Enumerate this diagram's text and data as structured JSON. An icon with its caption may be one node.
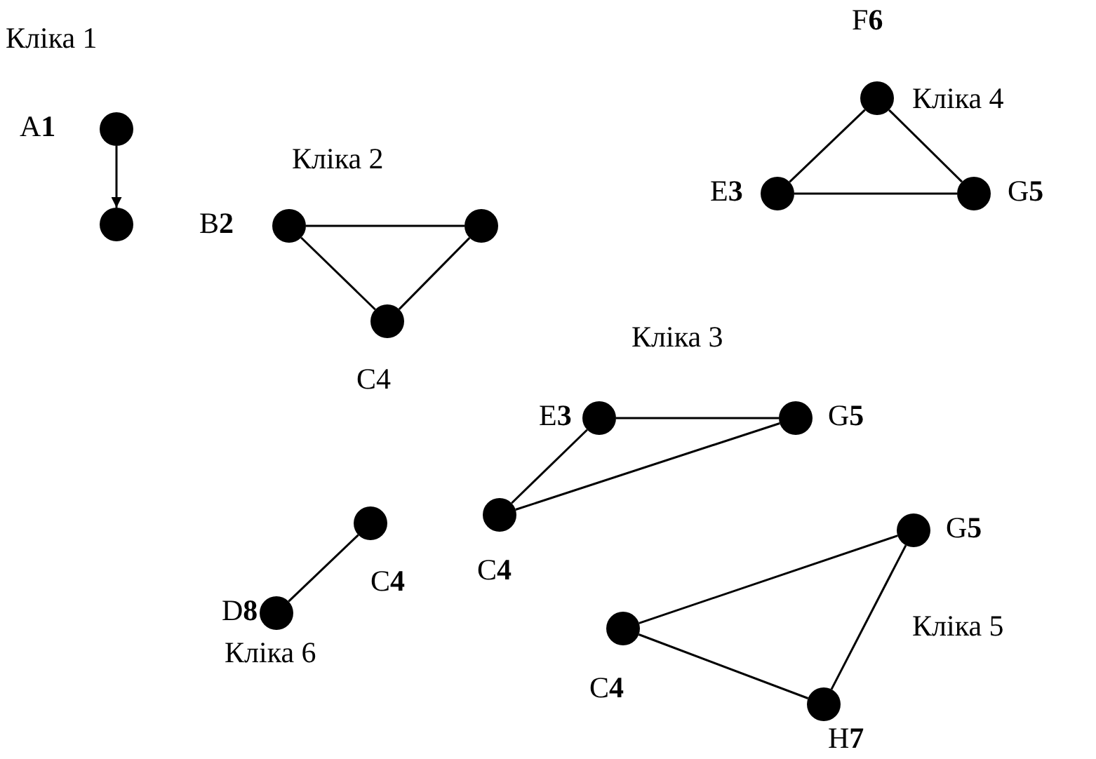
{
  "diagram": {
    "nodes": [
      {
        "text": [],
        "shape": "circle",
        "beside": [
          "A**1**"
        ]
      },
      {
        "text": [],
        "shape": "circle"
      },
      {
        "text": [],
        "shape": "circle",
        "beside": [
          "B**2**"
        ]
      },
      {
        "text": [],
        "shape": "circle"
      },
      {
        "text": [],
        "shape": "circle",
        "beside": [
          "C4"
        ]
      },
      {
        "text": [],
        "shape": "circle",
        "beside": [
          "F**6**"
        ]
      },
      {
        "text": [],
        "shape": "circle",
        "beside": [
          "E**3**"
        ]
      },
      {
        "text": [],
        "shape": "circle",
        "beside": [
          "G**5**"
        ]
      },
      {
        "text": [],
        "shape": "circle",
        "beside": [
          "E**3**"
        ]
      },
      {
        "text": [],
        "shape": "circle",
        "beside": [
          "G**5**"
        ]
      },
      {
        "text": [],
        "shape": "circle",
        "beside": [
          "C**4**"
        ]
      },
      {
        "text": [],
        "shape": "circle",
        "beside": [
          "C**4**"
        ]
      },
      {
        "text": [],
        "shape": "circle",
        "beside": [
          "D**8**"
        ]
      },
      {
        "text": [],
        "shape": "circle",
        "beside": [
          "G**5**"
        ]
      },
      {
        "text": [],
        "shape": "circle",
        "beside": [
          "C**4**"
        ]
      },
      {
        "text": [],
        "shape": "circle",
        "beside": [
          "H**7**"
        ]
      }
    ],
    "edges": [
      {
        "from": 0,
        "to": 1,
        "arrow": "to"
      },
      {
        "from": 2,
        "to": 3,
        "arrow": "none"
      },
      {
        "from": 2,
        "to": 4,
        "arrow": "none"
      },
      {
        "from": 3,
        "to": 4,
        "arrow": "none"
      },
      {
        "from": 5,
        "to": 6,
        "arrow": "none"
      },
      {
        "from": 5,
        "to": 7,
        "arrow": "none"
      },
      {
        "from": 6,
        "to": 7,
        "arrow": "none"
      },
      {
        "from": 8,
        "to": 9,
        "arrow": "none"
      },
      {
        "from": 8,
        "to": 10,
        "arrow": "none"
      },
      {
        "from": 9,
        "to": 10,
        "arrow": "none"
      },
      {
        "from": 11,
        "to": 12,
        "arrow": "none"
      },
      {
        "from": 13,
        "to": 14,
        "arrow": "none"
      },
      {
        "from": 14,
        "to": 15,
        "arrow": "none"
      },
      {
        "from": 13,
        "to": 15,
        "arrow": "none"
      }
    ],
    "labels": [
      "Кліка 1",
      "Кліка 2",
      "Кліка 4",
      "Кліка 3",
      "Кліка 6",
      "Кліка 5"
    ]
  }
}
